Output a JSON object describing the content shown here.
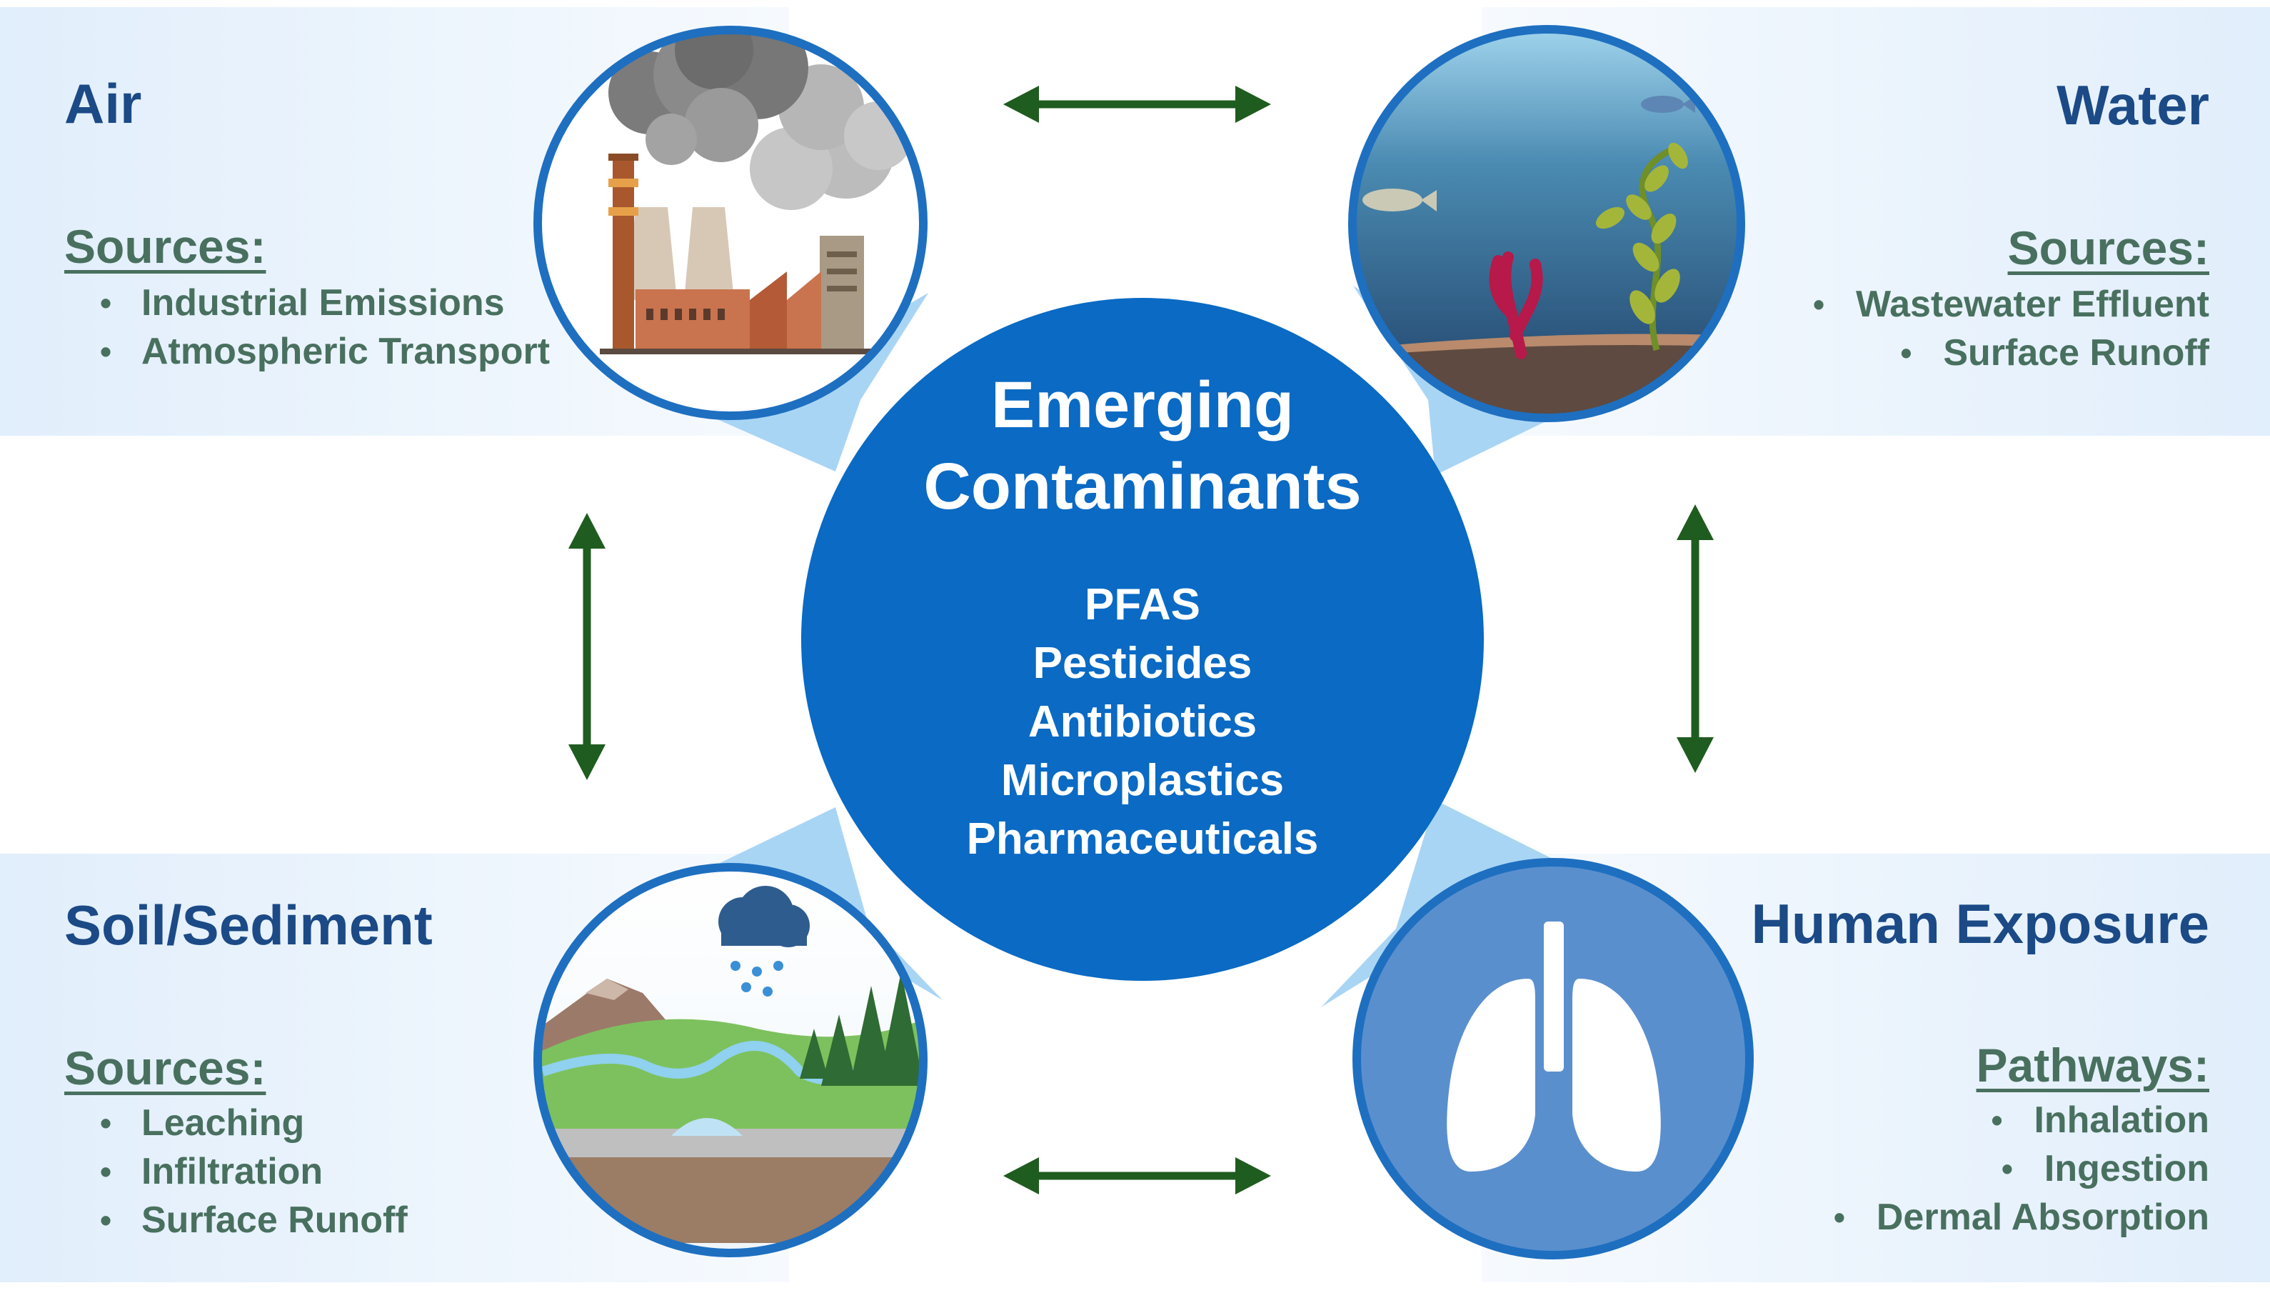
{
  "center": {
    "title_line1": "Emerging",
    "title_line2": "Contaminants",
    "contaminants": [
      "PFAS",
      "Pesticides",
      "Antibiotics",
      "Microplastics",
      "Pharmaceuticals"
    ]
  },
  "panels": {
    "air": {
      "title": "Air",
      "subtitle": "Sources:",
      "items": [
        "Industrial Emissions",
        "Atmospheric Transport"
      ],
      "icon": "factory-smokestack-icon"
    },
    "water": {
      "title": "Water",
      "subtitle": "Sources:",
      "items": [
        "Wastewater Effluent",
        "Surface Runoff"
      ],
      "icon": "underwater-scene-icon"
    },
    "soil": {
      "title": "Soil/Sediment",
      "subtitle": "Sources:",
      "items": [
        "Leaching",
        "Infiltration",
        "Surface Runoff"
      ],
      "icon": "soil-landscape-icon"
    },
    "human": {
      "title": "Human Exposure",
      "subtitle": "Pathways:",
      "items": [
        "Inhalation",
        "Ingestion",
        "Dermal Absorption"
      ],
      "icon": "lungs-icon"
    }
  },
  "colors": {
    "center_fill": "#0a6ac4",
    "heading": "#1b4a86",
    "text_green": "#49705f",
    "arrow_green": "#1f5c1f",
    "ring_blue": "#1e6fc0",
    "panel_tint": "#e6f1fc",
    "connector_blue": "#a9d5f5",
    "lung_bg": "#5a8fce"
  }
}
